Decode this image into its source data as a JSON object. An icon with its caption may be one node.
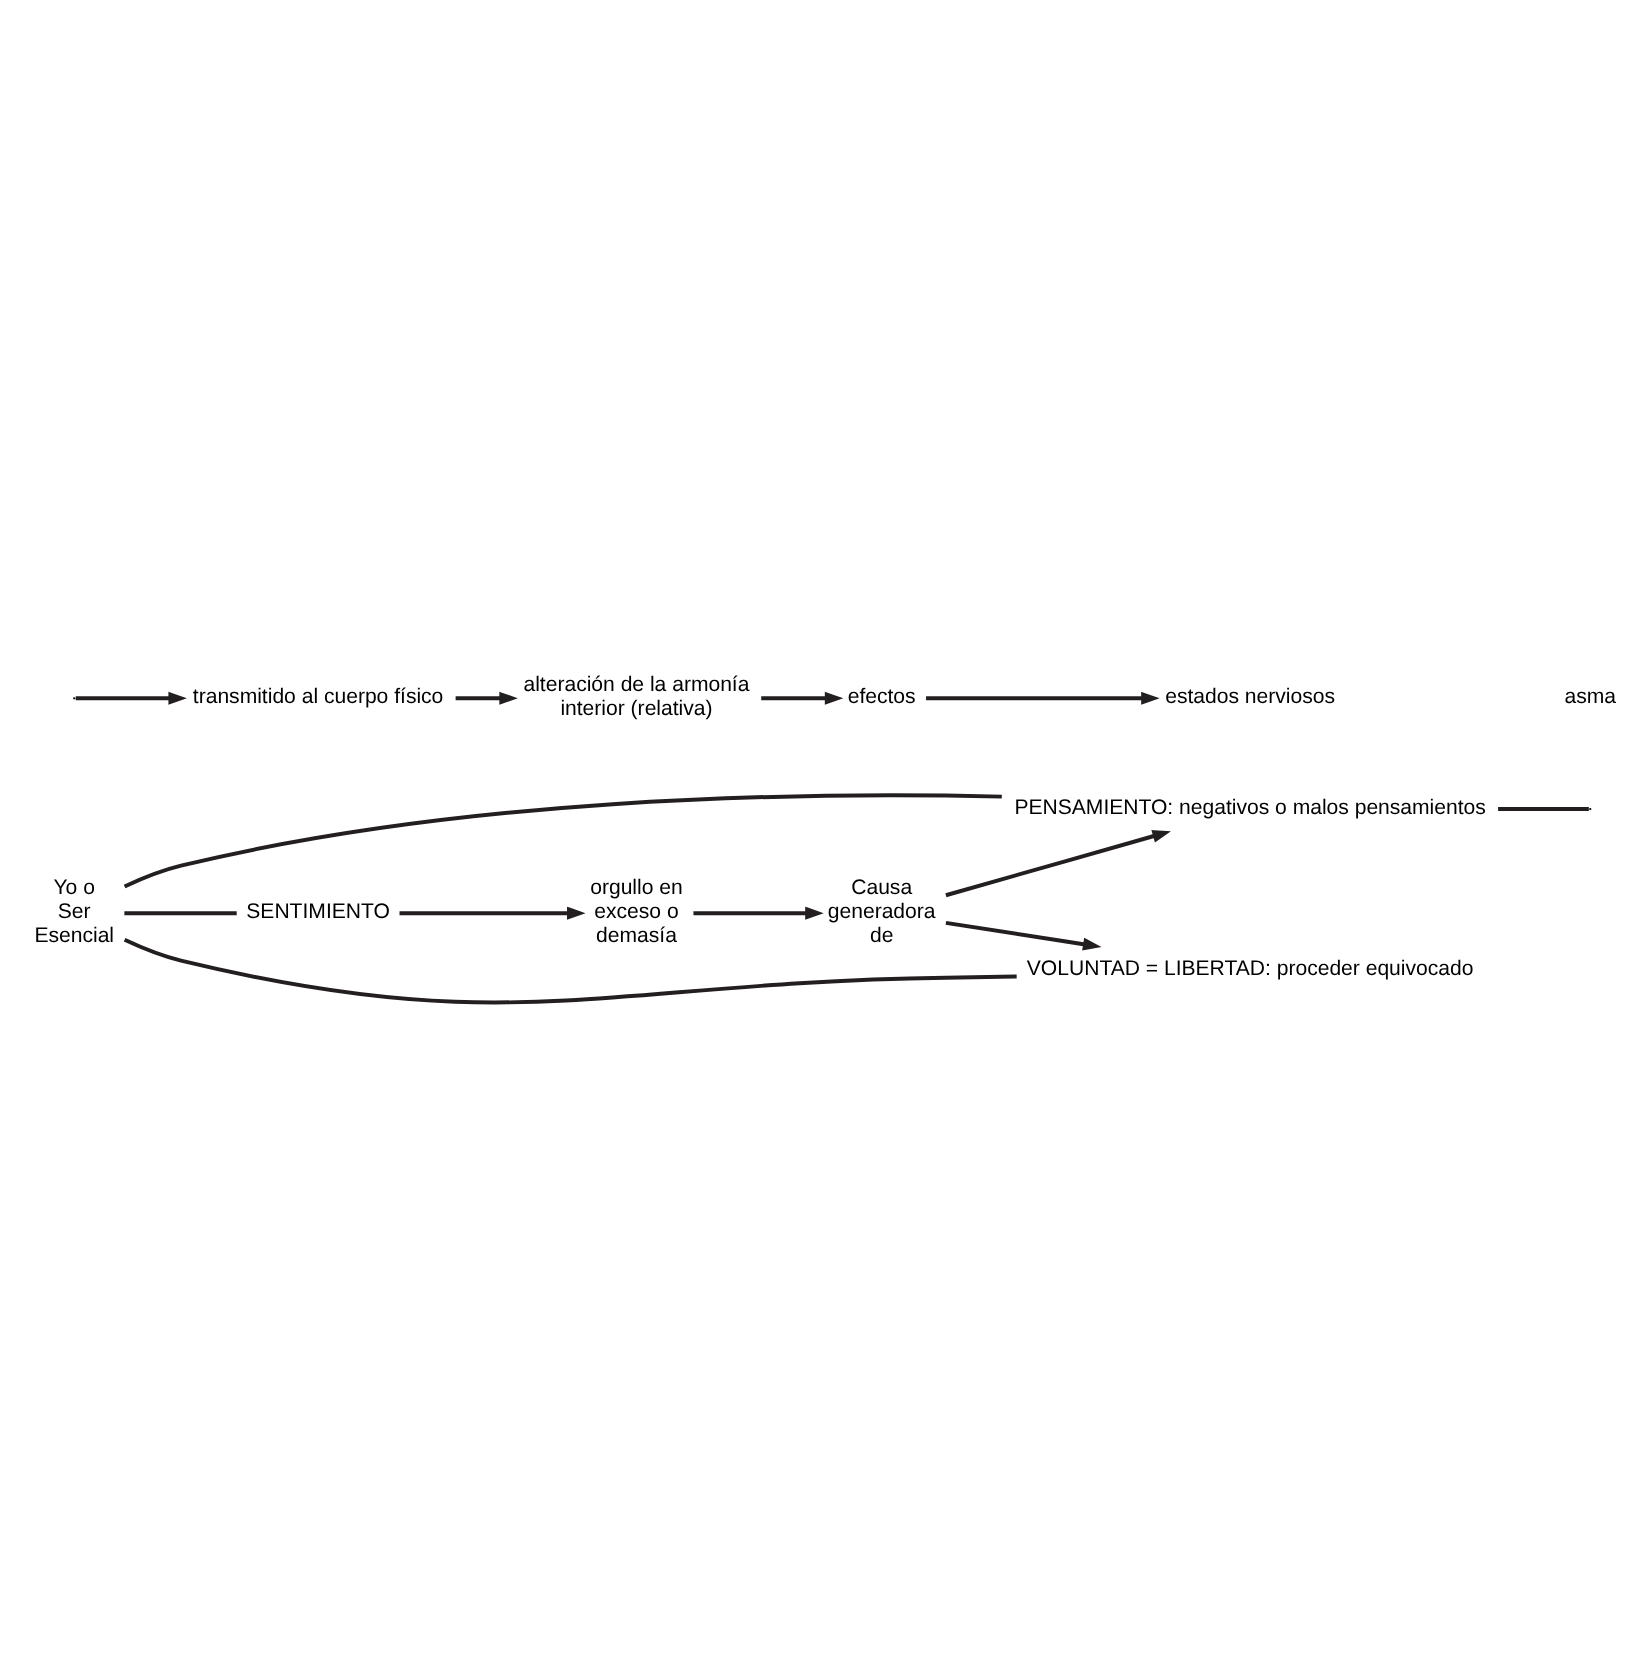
{
  "diagram": {
    "nodes": [
      {
        "text": [
          "Yo o Ser Esencial"
        ]
      },
      {
        "text": [
          "PENSAMIENTO: negativos o malos pensamientos"
        ]
      },
      {
        "text": [
          "SENTIMIENTO"
        ]
      },
      {
        "text": [
          "VOLUNTAD = LIBERTAD: proceder equivocado"
        ]
      },
      {
        "text": [
          "orgullo en exceso o demasía"
        ]
      },
      {
        "text": [
          "Causa generadora de"
        ]
      },
      {
        "text": [
          "transmitido al cuerpo físico"
        ]
      },
      {
        "text": [
          "alteración de la armonía interior (relativa)"
        ]
      },
      {
        "text": [
          "efectos"
        ]
      },
      {
        "text": [
          "estados nerviosos"
        ]
      }
    ],
    "edges": [
      {
        "from": 0,
        "to": 1,
        "arrow": "none"
      },
      {
        "from": 0,
        "to": 2,
        "arrow": "none"
      },
      {
        "from": 0,
        "to": 3,
        "arrow": "none"
      },
      {
        "from": 2,
        "to": 4,
        "arrow": "to"
      },
      {
        "from": 4,
        "to": 5,
        "arrow": "to"
      },
      {
        "from": 5,
        "to": 1,
        "arrow": "to"
      },
      {
        "from": 5,
        "to": 3,
        "arrow": "to"
      },
      {
        "from": 1,
        "to": null,
        "arrow": "none"
      },
      {
        "from": null,
        "to": 6,
        "arrow": "to"
      },
      {
        "from": 6,
        "to": 7,
        "arrow": "to"
      },
      {
        "from": 7,
        "to": 8,
        "arrow": "to"
      },
      {
        "from": 8,
        "to": 9,
        "arrow": "to"
      }
    ],
    "labels": [
      "asma"
    ]
  }
}
